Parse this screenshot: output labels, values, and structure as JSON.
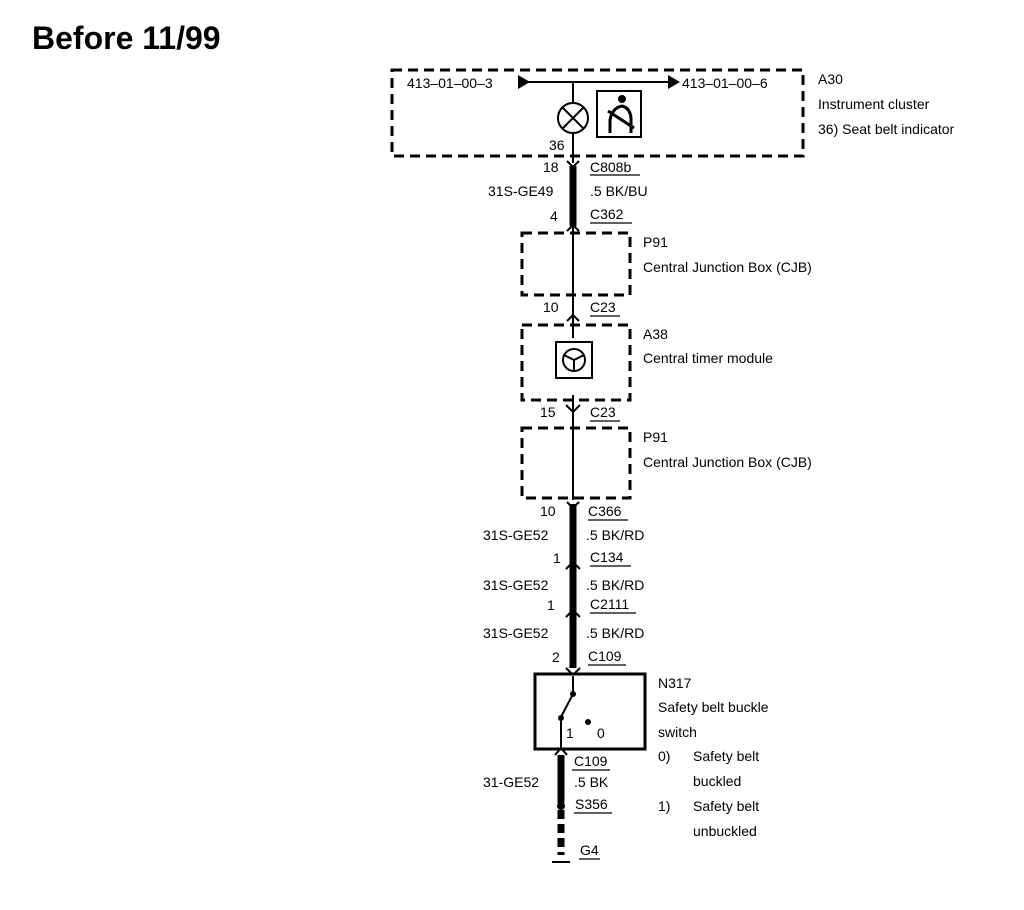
{
  "title": "Before 11/99",
  "instrument_cluster": {
    "ref_left": "413–01–00–3",
    "ref_right": "413–01–00–6",
    "id": "A30",
    "name": "Instrument cluster",
    "note": "36)  Seat belt indicator",
    "pin": "36"
  },
  "conn_c808b": {
    "pin": "18",
    "name": "C808b"
  },
  "wire1": {
    "circuit": "31S-GE49",
    "spec": ".5 BK/BU"
  },
  "conn_c362": {
    "pin": "4",
    "name": "C362"
  },
  "cjb1": {
    "id": "P91",
    "name": "Central Junction Box (CJB)"
  },
  "conn_c23_top": {
    "pin": "10",
    "name": "C23"
  },
  "timer": {
    "id": "A38",
    "name": "Central timer module"
  },
  "conn_c23_bottom": {
    "pin": "15",
    "name": "C23"
  },
  "cjb2": {
    "id": "P91",
    "name": "Central Junction Box (CJB)"
  },
  "conn_c366": {
    "pin": "10",
    "name": "C366"
  },
  "wire2": {
    "circuit": "31S-GE52",
    "spec": ".5 BK/RD"
  },
  "conn_c134": {
    "pin": "1",
    "name": "C134"
  },
  "wire3": {
    "circuit": "31S-GE52",
    "spec": ".5 BK/RD"
  },
  "conn_c2111": {
    "pin": "1",
    "name": "C2111"
  },
  "wire4": {
    "circuit": "31S-GE52",
    "spec": ".5 BK/RD"
  },
  "conn_c109_top": {
    "pin": "2",
    "name": "C109"
  },
  "switch": {
    "id": "N317",
    "name_line1": "Safety belt buckle",
    "name_line2": "switch",
    "pos1": "1",
    "pos0": "0",
    "legend0_num": "0)",
    "legend0_line1": "Safety belt",
    "legend0_line2": "buckled",
    "legend1_num": "1)",
    "legend1_line1": "Safety belt",
    "legend1_line2": "unbuckled"
  },
  "conn_c109_bottom": {
    "name": "C109"
  },
  "wire5": {
    "circuit": "31-GE52",
    "spec": ".5 BK"
  },
  "splice": {
    "name": "S356"
  },
  "ground": {
    "name": "G4"
  }
}
